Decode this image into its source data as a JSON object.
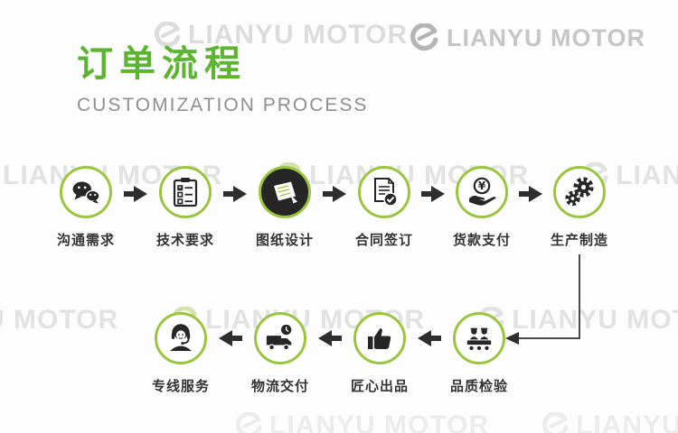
{
  "brand": {
    "name": "LIANYU MOTOR"
  },
  "header": {
    "title": "订单流程",
    "subtitle": "CUSTOMIZATION PROCESS"
  },
  "watermark": {
    "text": "LIANYU MOTOR"
  },
  "colors": {
    "title_green": "#5cb431",
    "circle_green": "#9cc43e",
    "icon_black": "#262626",
    "arrow_black": "#2e2e2e",
    "label_color": "#333333",
    "subtitle_gray": "#8f8f8f",
    "brand_gray": "#c6c6c6",
    "watermark_gray": "#e2e2e2"
  },
  "steps": [
    {
      "label": "沟通需求"
    },
    {
      "label": "技术要求"
    },
    {
      "label": "图纸设计"
    },
    {
      "label": "合同签订"
    },
    {
      "label": "货款支付"
    },
    {
      "label": "生产制造"
    },
    {
      "label": "品质检验"
    },
    {
      "label": "匠心出品"
    },
    {
      "label": "物流交付"
    },
    {
      "label": "专线服务"
    }
  ]
}
